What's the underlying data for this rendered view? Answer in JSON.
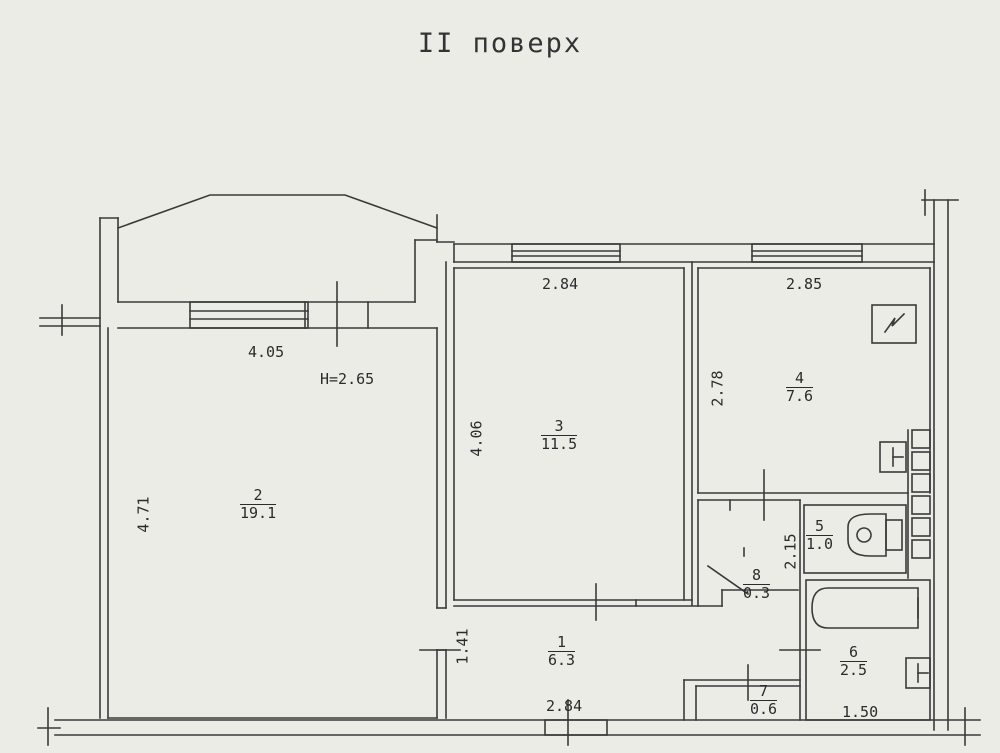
{
  "title": "II поверх",
  "ceiling_height": "H=2.65",
  "dimensions": {
    "room2_width": "4.05",
    "room2_length": "4.71",
    "room3_width": "2.84",
    "room3_length": "4.06",
    "room4_width": "2.85",
    "room4_length": "2.78",
    "hall_length": "1.41",
    "hall_width": "2.84",
    "wc_length": "2.15",
    "bath_width": "1.50"
  },
  "rooms": [
    {
      "num": "1",
      "area": "6.3"
    },
    {
      "num": "2",
      "area": "19.1"
    },
    {
      "num": "3",
      "area": "11.5"
    },
    {
      "num": "4",
      "area": "7.6"
    },
    {
      "num": "5",
      "area": "1.0"
    },
    {
      "num": "6",
      "area": "2.5"
    },
    {
      "num": "7",
      "area": "0.6"
    },
    {
      "num": "8",
      "area": "0.3"
    }
  ],
  "colors": {
    "background": "#ecece6",
    "line": "#3a3a3a"
  },
  "icons": [
    "stove-icon",
    "toilet-icon",
    "bathtub-icon",
    "sink-icon"
  ]
}
